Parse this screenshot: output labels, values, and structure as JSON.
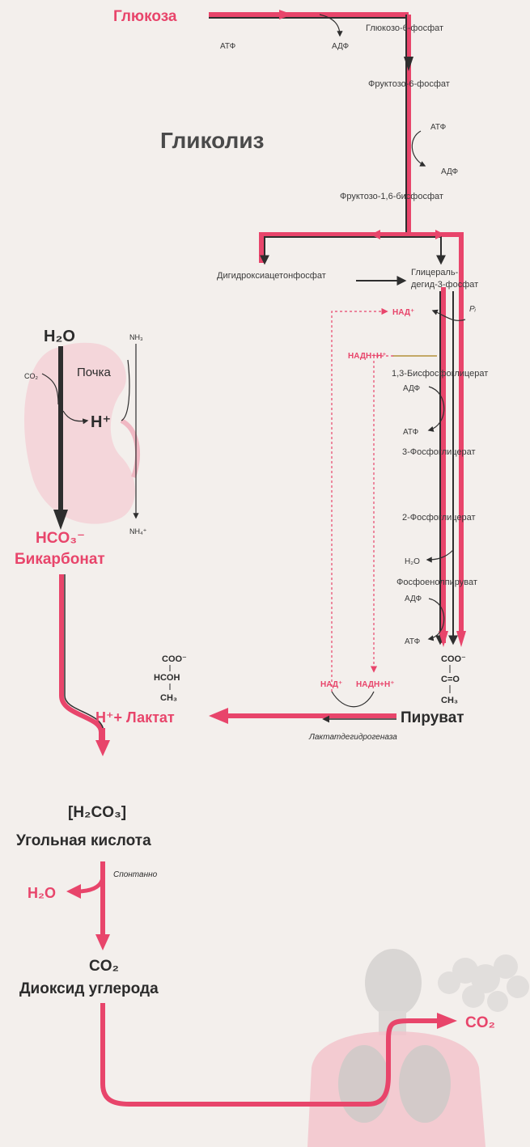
{
  "title": "Гликолиз",
  "glycolysis": {
    "glucose": "Глюкоза",
    "atp_1": "АТФ",
    "adp_1": "АДФ",
    "glucose_6p": "Глюкозо-6-фосфат",
    "fructose_6p": "Фруктозо-6-фосфат",
    "atp_2": "АТФ",
    "adp_2": "АДФ",
    "fructose_16bp": "Фруктозо-1,6-бисфосфат",
    "dhap": "Дигидроксиацетонфосфат",
    "g3p_line1": "Глицераль-",
    "g3p_line2": "дегид-3-фосфат",
    "nad_top": "НАД⁺",
    "pi": "Pᵢ",
    "nadh_top": "НАДН+Н⁺",
    "bpg13": "1,3-Бисфосфоглицерат",
    "adp_3": "АДФ",
    "atp_3": "АТФ",
    "pg3": "3-Фосфоглицерат",
    "pg2": "2-Фосфоглицерат",
    "h2o": "H₂O",
    "pep": "Фосфоенолпируват",
    "adp_4": "АДФ",
    "atp_4": "АТФ"
  },
  "pyruvate": {
    "coo": "COO⁻",
    "co": "C=O",
    "ch3": "CH₃",
    "name": "Пируват"
  },
  "lactate": {
    "coo": "COO⁻",
    "hcoh": "HCOH",
    "ch3": "CH₃",
    "name": "H⁺+ Лактат",
    "enzyme": "Лактатдегидрогеназа",
    "nad": "НАД⁺",
    "nadh": "НАДН+Н⁺"
  },
  "kidney": {
    "h2o": "H₂O",
    "co2": "CO₂",
    "organ": "Почка",
    "hplus": "H⁺",
    "nh3": "NH₃",
    "nh4": "NH₄⁺",
    "hco3": "HCO₃⁻",
    "bicarbonate": "Бикарбонат"
  },
  "carbonic": {
    "formula": "[H₂CO₃]",
    "name": "Угольная кислота",
    "spontaneous": "Спонтанно",
    "h2o": "H₂O",
    "co2": "CO₂",
    "co2_name": "Диоксид углерода",
    "exhaled_co2": "CO₂"
  },
  "colors": {
    "accent": "#e8456b",
    "dark": "#2e2e2e",
    "background": "#f3efec"
  }
}
